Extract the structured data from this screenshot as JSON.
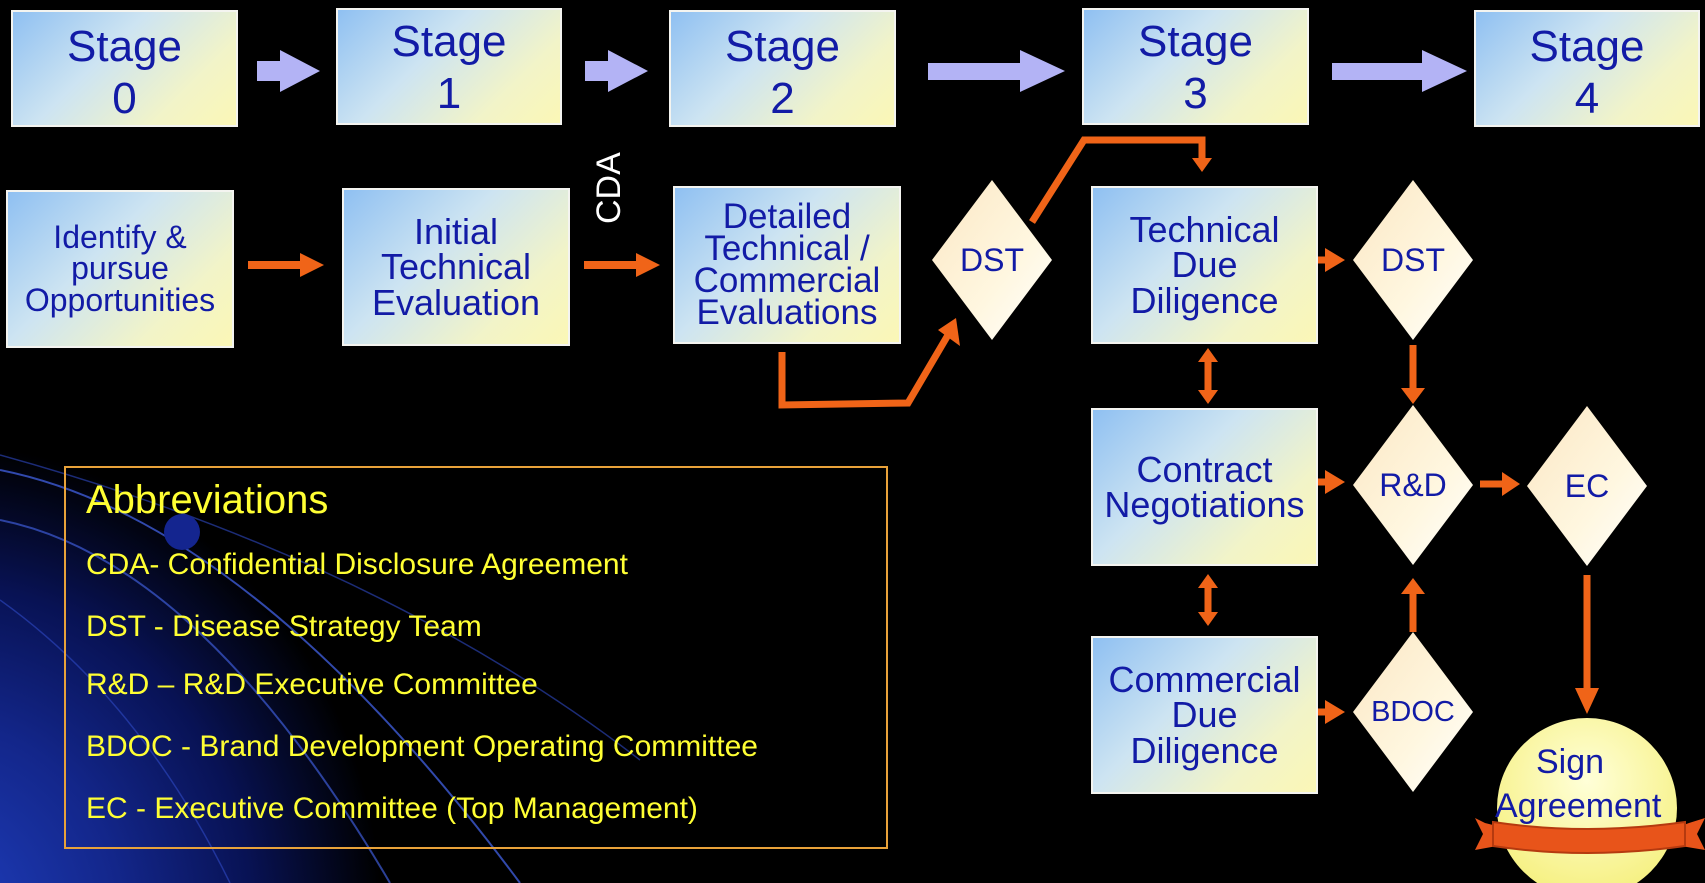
{
  "stages": [
    "Stage 0",
    "Stage 1",
    "Stage 2",
    "Stage 3",
    "Stage 4"
  ],
  "stage_lines": [
    [
      "Stage",
      "0"
    ],
    [
      "Stage",
      "1"
    ],
    [
      "Stage",
      "2"
    ],
    [
      "Stage",
      "3"
    ],
    [
      "Stage",
      "4"
    ]
  ],
  "process": {
    "identify": [
      "Identify  &",
      "pursue",
      "Opportunities"
    ],
    "initial_eval": [
      "Initial",
      "Technical",
      "Evaluation"
    ],
    "detailed_eval": [
      "Detailed",
      "Technical /",
      "Commercial",
      "Evaluations"
    ],
    "tech_dd": [
      "Technical",
      "Due",
      "Diligence"
    ],
    "contract": [
      "Contract",
      "Negotiations"
    ],
    "commercial_dd": [
      "Commercial",
      "Due",
      "Diligence"
    ]
  },
  "decisions": {
    "dst_1": "DST",
    "dst_2": "DST",
    "rnd": "R&D",
    "ec": "EC",
    "bdoc": "BDOC"
  },
  "cda_label": "CDA",
  "sign": [
    "Sign",
    "Agreement"
  ],
  "abbreviations": {
    "title": "Abbreviations",
    "items": [
      "CDA- Confidential Disclosure Agreement",
      "DST - Disease Strategy Team",
      "R&D – R&D Executive Committee",
      "BDOC - Brand Development Operating Committee",
      "EC - Executive Committee (Top Management)"
    ]
  },
  "colors": {
    "background": "#000000",
    "box_text": "#121ba6",
    "stage_arrow": "#b3b3f5",
    "flow_arrow": "#f06418",
    "abbr_text": "#ffff33",
    "abbr_border": "#e8a23a",
    "seal_fill": "#ffffb0",
    "ribbon": "#e8541a"
  }
}
